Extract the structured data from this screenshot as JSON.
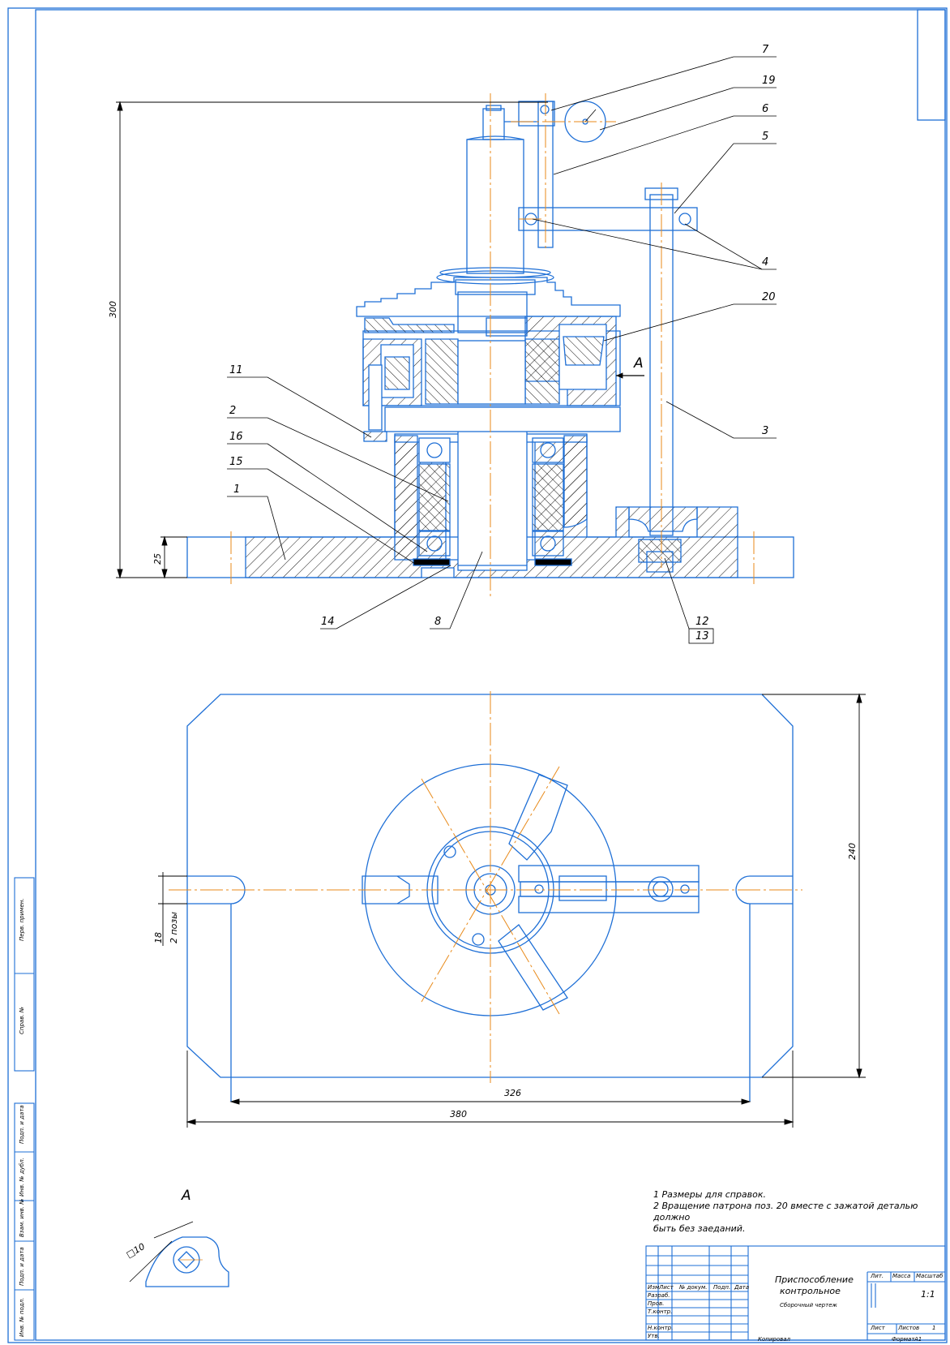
{
  "drawing": {
    "colors": {
      "outline": "#1e6fd6",
      "axis": "#e88a1a",
      "ink": "#000000",
      "hatch": "#000000"
    },
    "callouts": [
      "1",
      "2",
      "3",
      "4",
      "5",
      "6",
      "7",
      "8",
      "11",
      "12",
      "13",
      "14",
      "15",
      "16",
      "19",
      "20"
    ],
    "dimensions": {
      "height": "300",
      "base": "25",
      "width_total": "380",
      "slot_span": "326",
      "depth": "240",
      "slot": "18",
      "slot_pos": "2 позы",
      "square": "□10"
    },
    "view_arrow": "A",
    "view_label": "A"
  },
  "notes": [
    "1 Размеры для справок.",
    "2 Вращение патрона поз. 20 вместе с зажатой деталью должно",
    "быть без заеданий."
  ],
  "title_block": {
    "title_line1": "Приспособление",
    "title_line2": "контрольное",
    "subtitle": "Сборочный чертеж",
    "col_headers": [
      "Изм",
      "Лист",
      "№ докум.",
      "Подп.",
      "Дата"
    ],
    "rows": [
      "Разраб.",
      "Пров.",
      "Т.контр.",
      "Н.контр.",
      "Утв."
    ],
    "lit": "Лит.",
    "mass": "Масса",
    "scale": "Масштаб",
    "scale_value": "1:1",
    "sheet": "Лист",
    "sheets": "Листов",
    "sheets_value": "1",
    "copied": "Копировал",
    "format": "Формат",
    "format_value": "А1"
  },
  "side_stamp": [
    "Перв. примен.",
    "Справ. №",
    "Подп. и дата",
    "Инв. № дубл.",
    "Взам. инв. №",
    "Подп. и дата",
    "Инв. № подл."
  ]
}
